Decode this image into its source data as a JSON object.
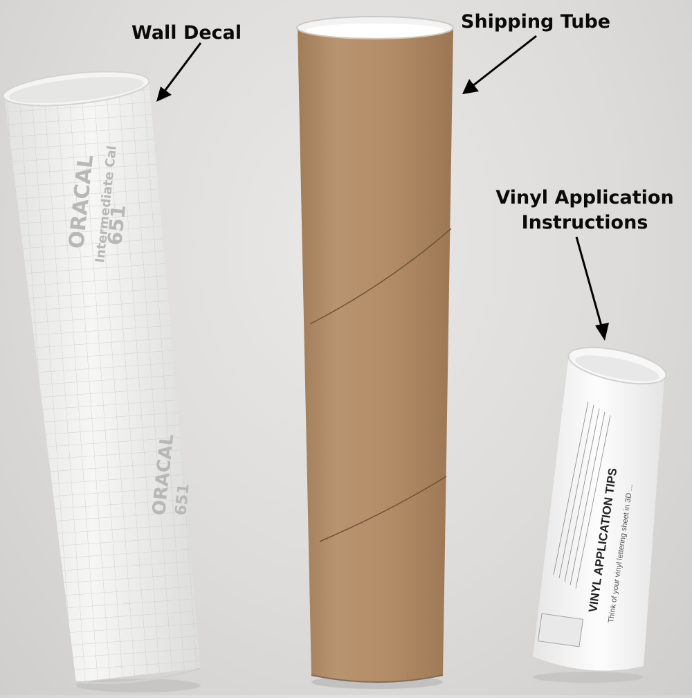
{
  "labels": {
    "wall_decal": "Wall Decal",
    "shipping_tube": "Shipping Tube",
    "vinyl_line1": "Vinyl Application",
    "vinyl_line2": "Instructions"
  },
  "decal_print": {
    "brand": "ORACAL",
    "product": "Intermediate Cal",
    "number": "651"
  },
  "instructions_print": {
    "title": "VINYL APPLICATION TIPS",
    "subtitle": "Think of your vinyl lettering sheet in 3D ..."
  },
  "colors": {
    "background": "#dddcda",
    "cardboard": "#b28c67",
    "decal": "#f1f1ef",
    "paper": "#fafafa",
    "text": "#0a0a0a"
  }
}
